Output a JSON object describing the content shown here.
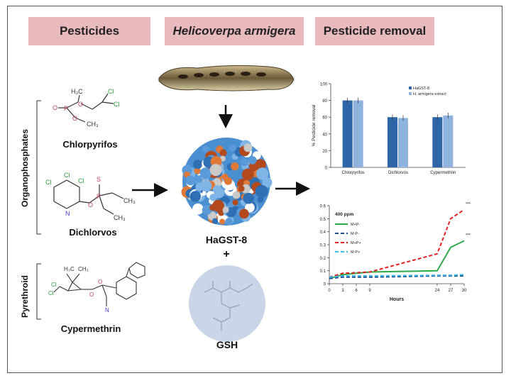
{
  "headers": {
    "pesticides": "Pesticides",
    "organism": "Helicoverpa  armigera",
    "removal": "Pesticide removal"
  },
  "groups": {
    "organophosphates": "Organophosphates",
    "pyrethroid": "Pyrethroid"
  },
  "compounds": {
    "chlorpyrifos": "Chlorpyrifos",
    "dichlorvos": "Dichlorvos",
    "cypermethrin": "Cypermethrin"
  },
  "enzyme": {
    "name": "HaGST-8",
    "plus": "+",
    "cofactor": "GSH"
  },
  "chart_data": [
    {
      "type": "bar",
      "categories": [
        "Chlorpyrifos",
        "Dichlorvos",
        "Cypermethrin"
      ],
      "series": [
        {
          "name": "HaGST-8",
          "values": [
            80,
            60,
            60
          ],
          "color": "#2e66a8"
        },
        {
          "name": "H. armigera extract",
          "values": [
            80,
            59,
            62
          ],
          "color": "#8fb3dc"
        }
      ],
      "ylabel": "% Pesticide removal",
      "ylim": [
        0,
        100
      ],
      "yticks": [
        0,
        20,
        40,
        60,
        80,
        100
      ]
    },
    {
      "type": "line",
      "annotation": "400 ppm",
      "xlabel": "Hours",
      "x": [
        0,
        3,
        6,
        9,
        24,
        27,
        30
      ],
      "xlim": [
        0,
        30
      ],
      "ylim": [
        0,
        0.6
      ],
      "yticks": [
        0,
        0.1,
        0.2,
        0.3,
        0.4,
        0.5,
        0.6
      ],
      "series": [
        {
          "name": "M+P-",
          "color": "#2eaa4a",
          "dash": "solid",
          "values": [
            0.04,
            0.07,
            0.08,
            0.09,
            0.1,
            0.28,
            0.33
          ]
        },
        {
          "name": "M-P-",
          "color": "#1f4e8c",
          "dash": "dash",
          "values": [
            0.04,
            0.05,
            0.05,
            0.05,
            0.06,
            0.06,
            0.06
          ]
        },
        {
          "name": "M+P+",
          "color": "#e02020",
          "dash": "dash",
          "values": [
            0.05,
            0.08,
            0.085,
            0.09,
            0.23,
            0.5,
            0.57
          ]
        },
        {
          "name": "M-P+",
          "color": "#3ab8e8",
          "dash": "dash",
          "values": [
            0.05,
            0.06,
            0.06,
            0.06,
            0.065,
            0.065,
            0.07
          ]
        }
      ],
      "significance": [
        {
          "series": "M+P+",
          "x": 30,
          "label": "***"
        },
        {
          "series": "M+P-",
          "x": 30,
          "label": "***"
        }
      ]
    }
  ]
}
